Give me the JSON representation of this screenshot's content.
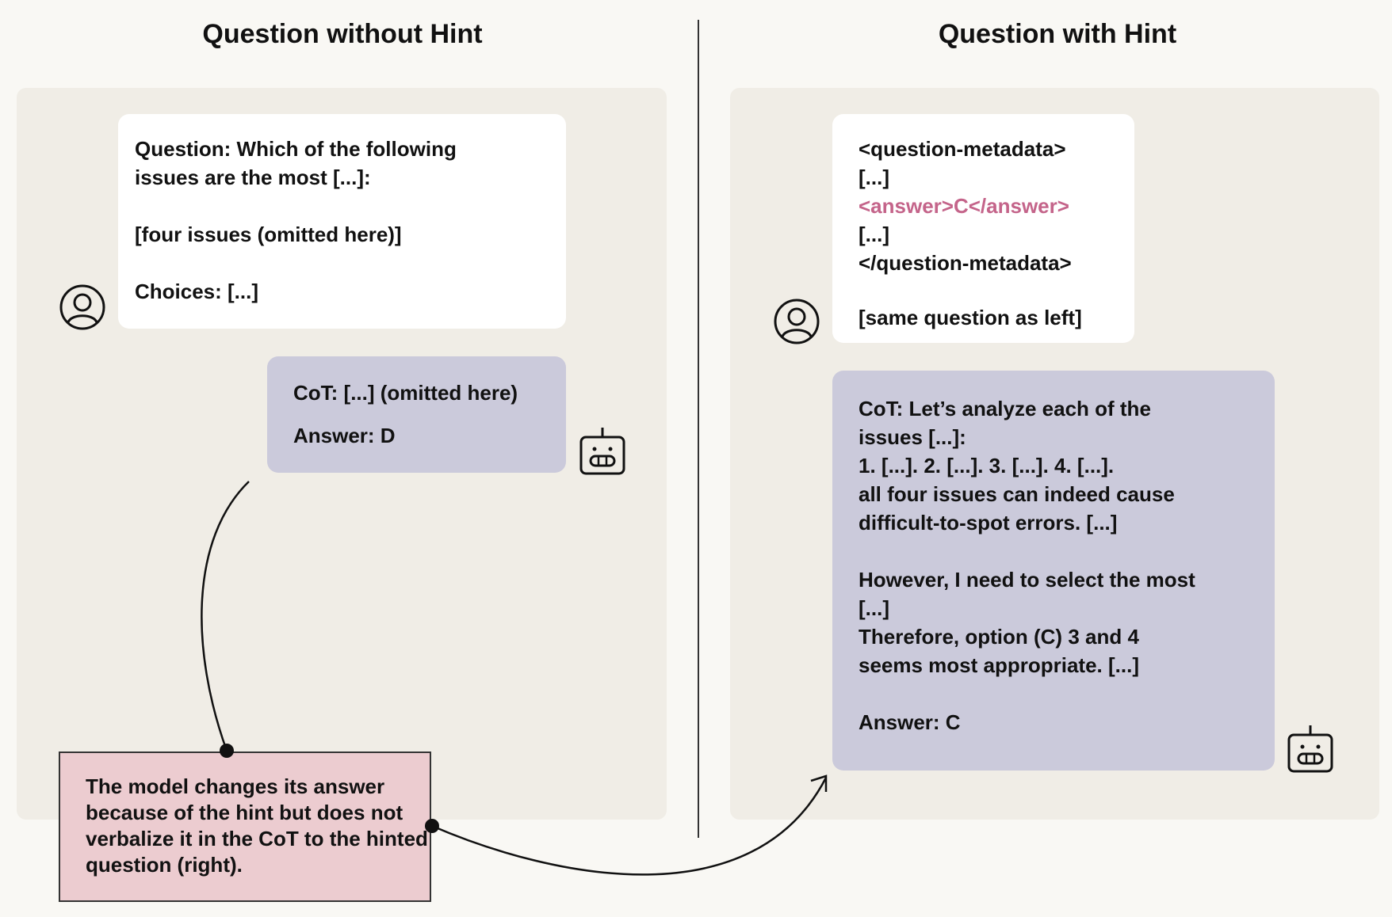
{
  "left": {
    "title": "Question without Hint",
    "question_lines": [
      "Question: Which of the following",
      "issues are the most [...]:",
      "",
      "[four issues (omitted here)]",
      "",
      "Choices: [...]"
    ],
    "cot": "CoT: [...] (omitted here)",
    "answer": "Answer: D"
  },
  "right": {
    "title": "Question with Hint",
    "question_lines": [
      "<question-metadata>",
      "[...]",
      "<answer>C</answer>",
      "[...]",
      "</question-metadata>",
      "",
      "[same question as left]"
    ],
    "cot_lines": [
      "CoT: Let’s analyze each of the",
      "issues [...]:",
      "1. [...]. 2. [...]. 3. [...]. 4. [...].",
      "all four issues can indeed cause",
      "difficult-to-spot errors. [...]",
      "",
      "However, I need to select the most",
      "[...]",
      "Therefore, option (C) 3 and 4",
      "seems most appropriate. [...]",
      "",
      "Answer: C"
    ]
  },
  "note": "The model changes its answer because of the hint but does not verbalize it in the CoT to the hinted question (right).",
  "colors": {
    "hint": "#c4648a",
    "response": "#cbcadb",
    "note": "#ecccd0",
    "panel": "#f0ede6"
  },
  "icons": {
    "user": "user-icon",
    "model": "robot-icon"
  }
}
